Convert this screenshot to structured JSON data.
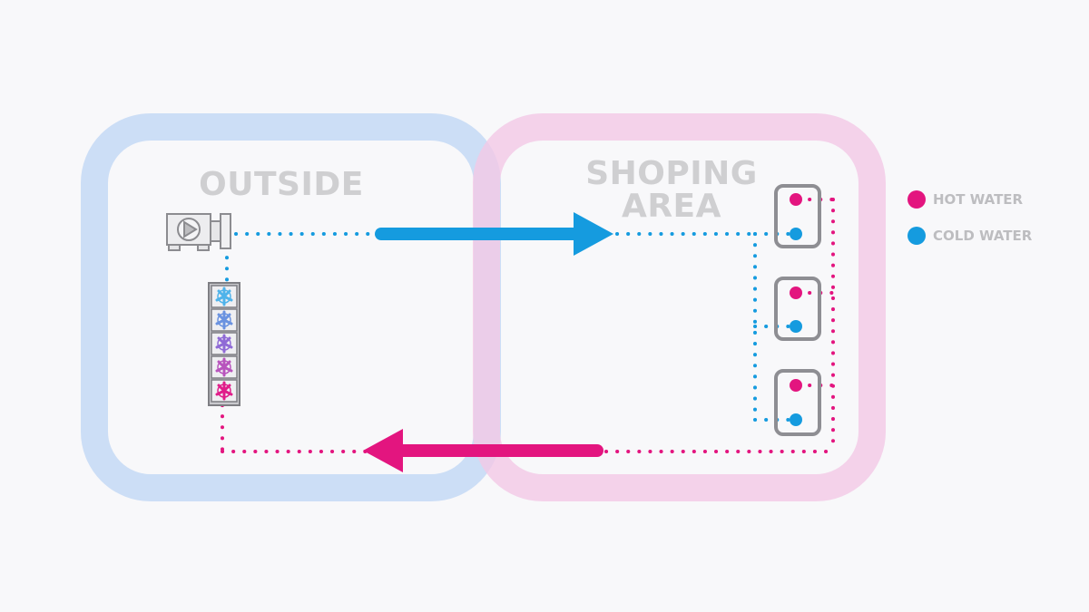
{
  "regions": {
    "outside": {
      "label": "OUTSIDE",
      "color": "#c9dcf5"
    },
    "shopping": {
      "label": "SHOPING\nAREA",
      "color": "#f2c8e6"
    }
  },
  "legend": {
    "hot": {
      "label": "HOT WATER",
      "color": "#e3157f"
    },
    "cold": {
      "label": "COLD WATER",
      "color": "#159bdf"
    }
  },
  "flows": {
    "supply": {
      "color": "#159bdf",
      "direction": "right"
    },
    "return": {
      "color": "#e3157f",
      "direction": "left"
    }
  },
  "equipment": {
    "pump": {
      "icon": "pump-icon"
    },
    "cooling_tower": {
      "icon": "cooling-tower-icon",
      "fan_count": 5
    },
    "terminal_units": {
      "icon": "terminal-unit-icon",
      "count": 3
    }
  }
}
